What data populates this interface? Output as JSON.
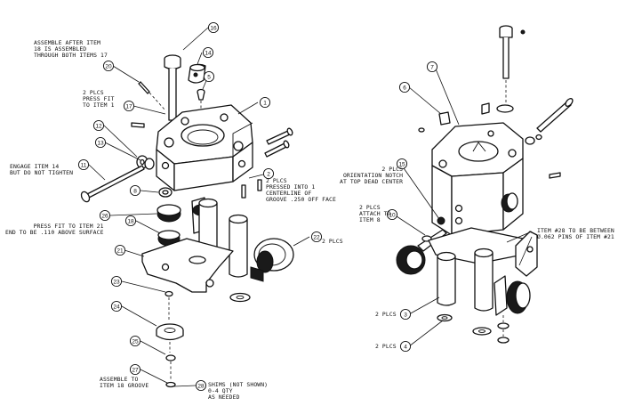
{
  "notes": {
    "assemble_after": "ASSEMBLE AFTER ITEM\n18 IS ASSEMBLED\nTHROUGH BOTH ITEMS 17",
    "press_fit_item1": "2 PLCS\nPRESS FIT\nTO ITEM 1",
    "engage_item14": "ENGAGE ITEM 14\nBUT DO NOT TIGHTEN",
    "pressed_into": "2 PLCS\nPRESSED INTO 1\nCENTERLINE OF\nGROOVE .250 OFF FACE",
    "press_fit_item21": "PRESS FIT TO ITEM 21\nEND TO BE .110 ABOVE SURFACE",
    "two_plcs_22": "2 PLCS",
    "assemble_to_18": "ASSEMBLE TO\nITEM 18 GROOVE",
    "shims": "SHIMS (NOT SHOWN)\n0-4 QTY\nAS NEEDED",
    "orientation_notch": "2 PLCS\nORIENTATION NOTCH\nAT TOP DEAD CENTER",
    "attach_item8": "2 PLCS\nATTACH TO\nITEM 8",
    "item28_between": "ITEM #28 TO BE BETWEEN\nØ.062 PINS OF ITEM #21",
    "two_plcs_3": "2 PLCS",
    "two_plcs_4": "2 PLCS"
  },
  "balloons_left": [
    "16",
    "14",
    "20",
    "5",
    "1",
    "17",
    "12",
    "13",
    "11",
    "8",
    "2",
    "26",
    "18",
    "22",
    "21",
    "23",
    "24",
    "25",
    "27",
    "28"
  ],
  "balloons_right": [
    "7",
    "6",
    "15",
    "10",
    "3",
    "4"
  ]
}
